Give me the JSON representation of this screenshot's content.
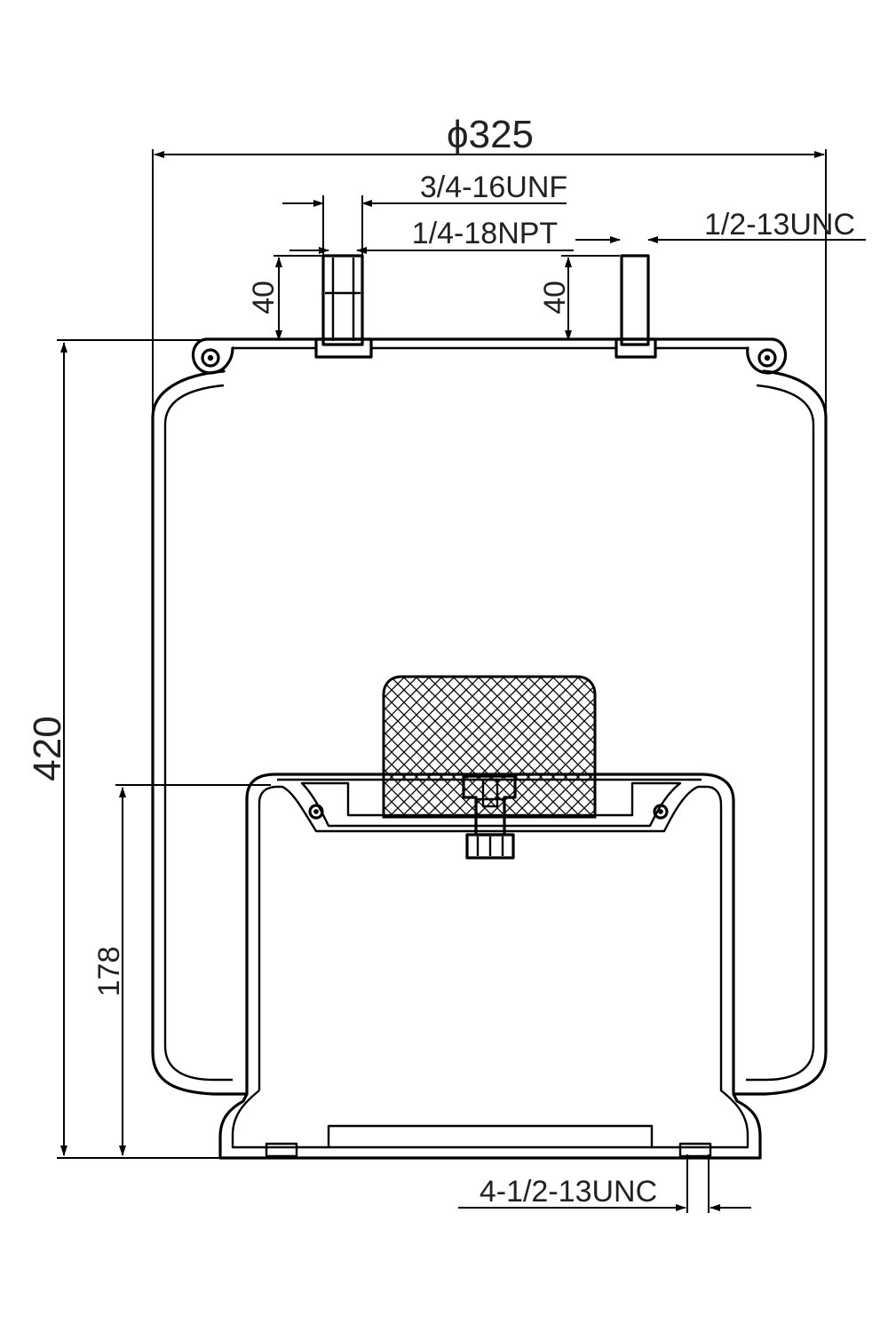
{
  "diagram": {
    "dimensions": {
      "diameter": "ϕ325",
      "height_total": "420",
      "height_piston": "178",
      "stud_height_left": "40",
      "stud_height_right": "40"
    },
    "threads": {
      "stud_left": "3/4-16UNF",
      "air_inlet": "1/4-18NPT",
      "stud_right": "1/2-13UNC",
      "base_holes": "4-1/2-13UNC"
    }
  }
}
